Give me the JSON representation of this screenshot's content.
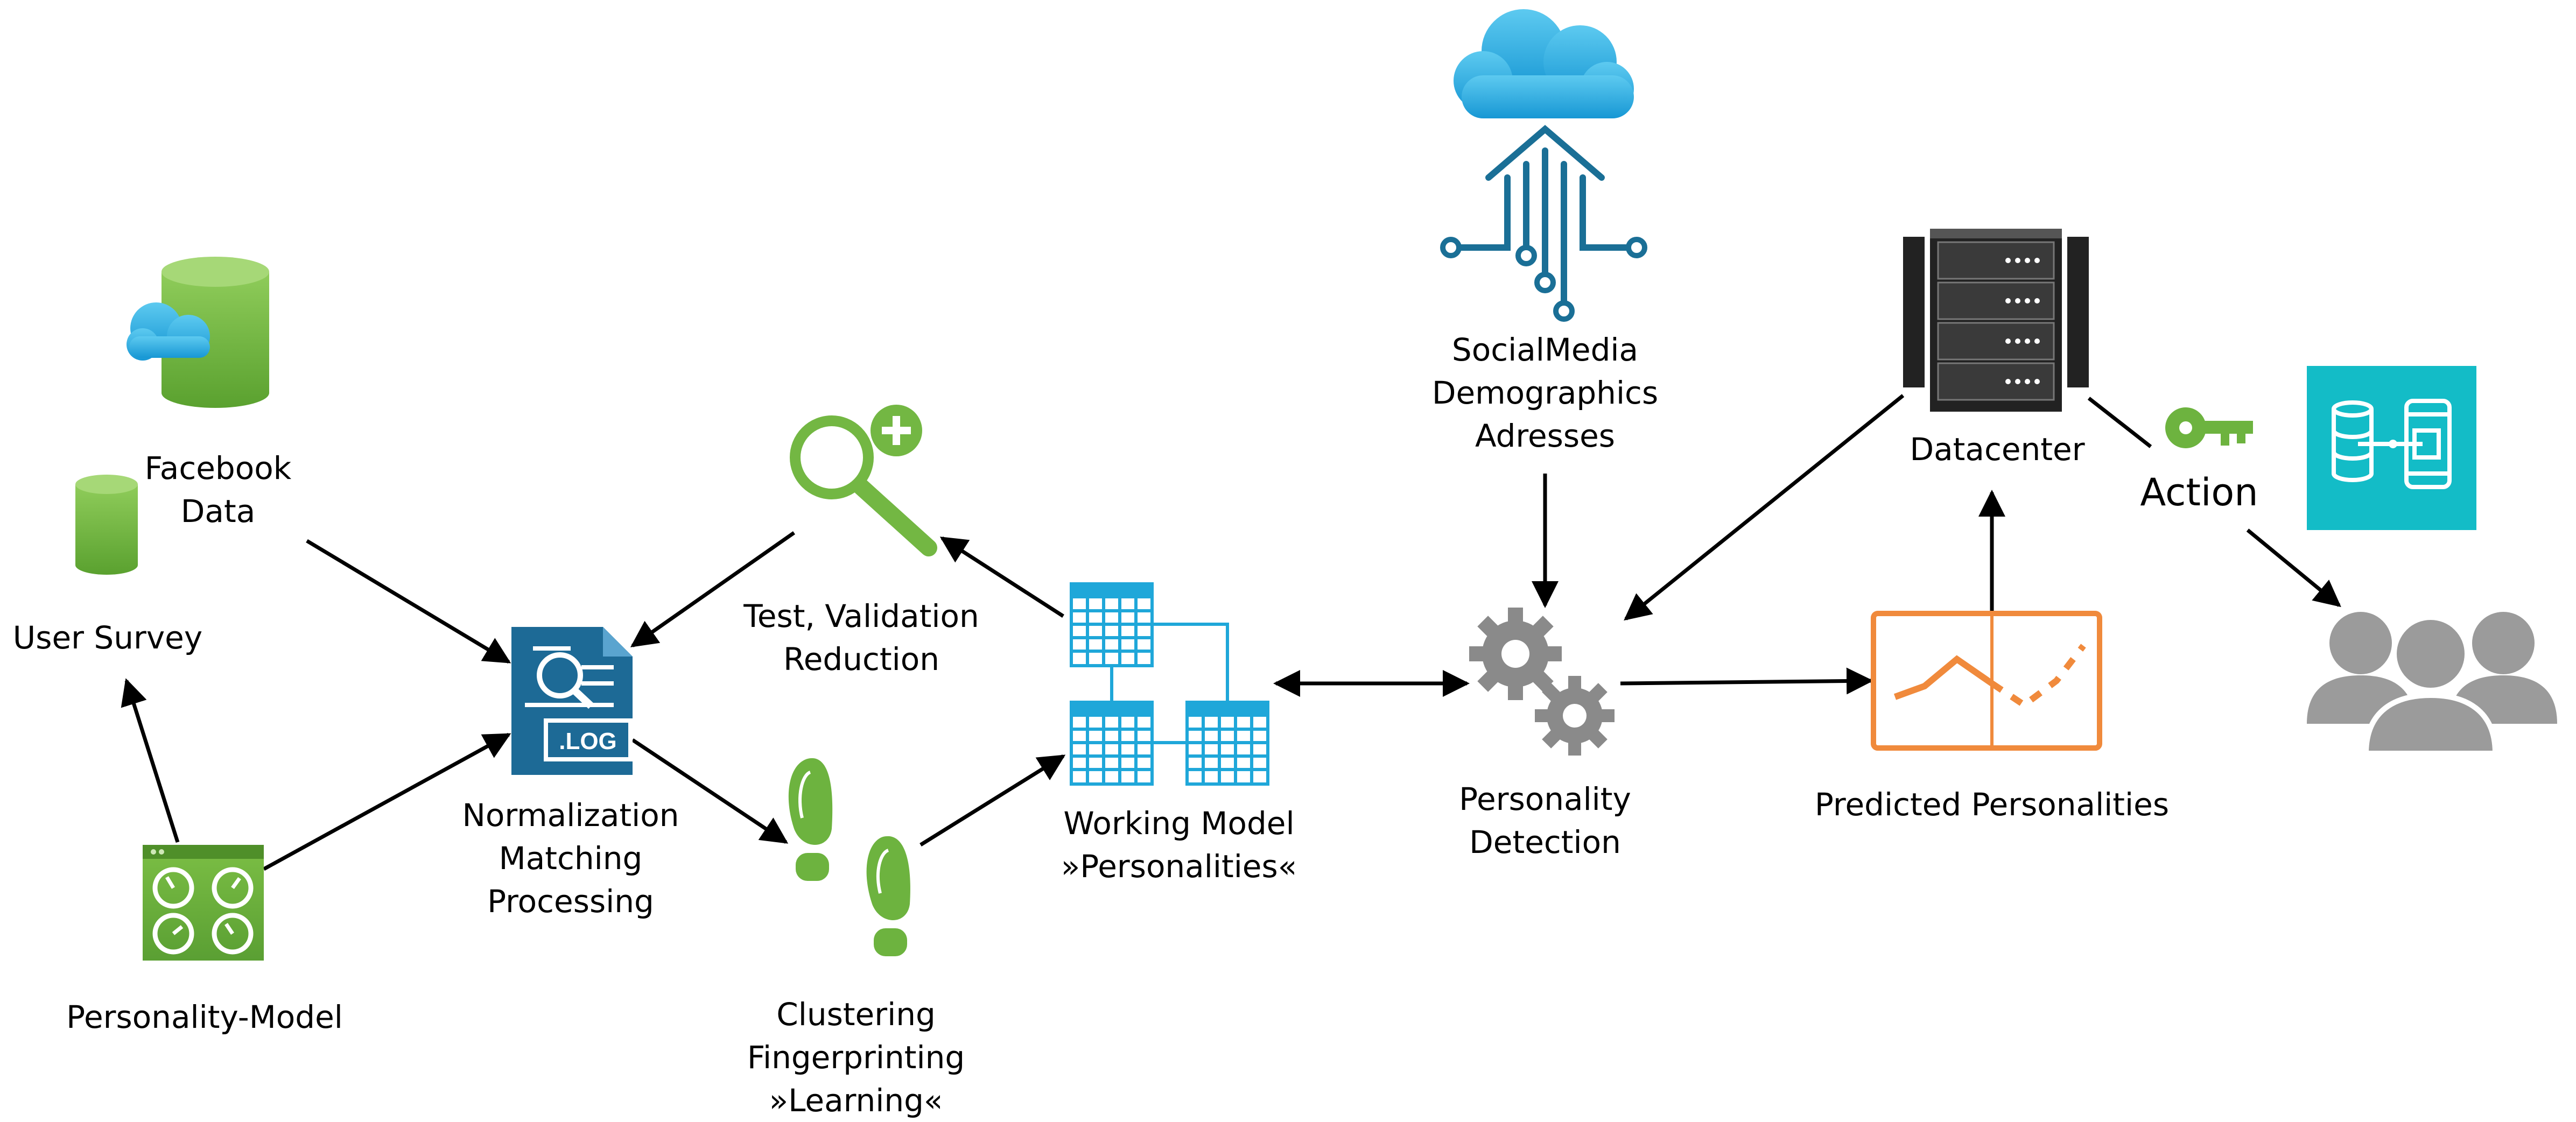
{
  "nodes": {
    "facebook": {
      "lines": [
        "Facebook",
        "Data"
      ],
      "icons": [
        "database-icon",
        "cloud-icon"
      ]
    },
    "survey": {
      "lines": [
        "User Survey"
      ],
      "icons": [
        "database-icon"
      ]
    },
    "personality_model": {
      "lines": [
        "Personality-Model"
      ],
      "icons": [
        "dashboard-gauges-icon"
      ]
    },
    "normalization": {
      "lines": [
        "Normalization",
        "Matching",
        "Processing"
      ],
      "icons": [
        "log-file-search-icon"
      ],
      "icon_text": ".LOG"
    },
    "test": {
      "lines": [
        "Test, Validation",
        "Reduction"
      ],
      "icons": [
        "magnifier-plus-icon"
      ]
    },
    "clustering": {
      "lines": [
        "Clustering",
        "Fingerprinting",
        "»Learning«"
      ],
      "icons": [
        "footprints-icon"
      ]
    },
    "working_model": {
      "lines": [
        "Working Model",
        "»Personalities«"
      ],
      "icons": [
        "linked-tables-icon"
      ]
    },
    "social": {
      "lines": [
        "SocialMedia",
        "Demographics",
        "Adresses"
      ],
      "icons": [
        "cloud-circuit-icon"
      ]
    },
    "detection": {
      "lines": [
        "Personality",
        "Detection"
      ],
      "icons": [
        "gears-icon"
      ]
    },
    "predicted": {
      "lines": [
        "Predicted Personalities"
      ],
      "icons": [
        "forecast-chart-icon"
      ]
    },
    "datacenter": {
      "lines": [
        "Datacenter"
      ],
      "icons": [
        "server-rack-icon"
      ]
    },
    "action": {
      "lines": [
        "Action"
      ],
      "icons": [
        "key-icon",
        "database-to-mobile-icon",
        "user-group-icon"
      ]
    }
  },
  "colors": {
    "green": "#6db33f",
    "green_dark": "#4e8f2c",
    "blue_log": "#1d6a96",
    "cyan_table": "#1fa7d9",
    "cloud_top": "#56c6ee",
    "cloud_bottom": "#1a9fd8",
    "circuit": "#1a6f96",
    "gear": "#8a8a8a",
    "orange": "#f08a3c",
    "server": "#222222",
    "teal_tile": "#13bcc7",
    "people": "#9b9b9b"
  }
}
